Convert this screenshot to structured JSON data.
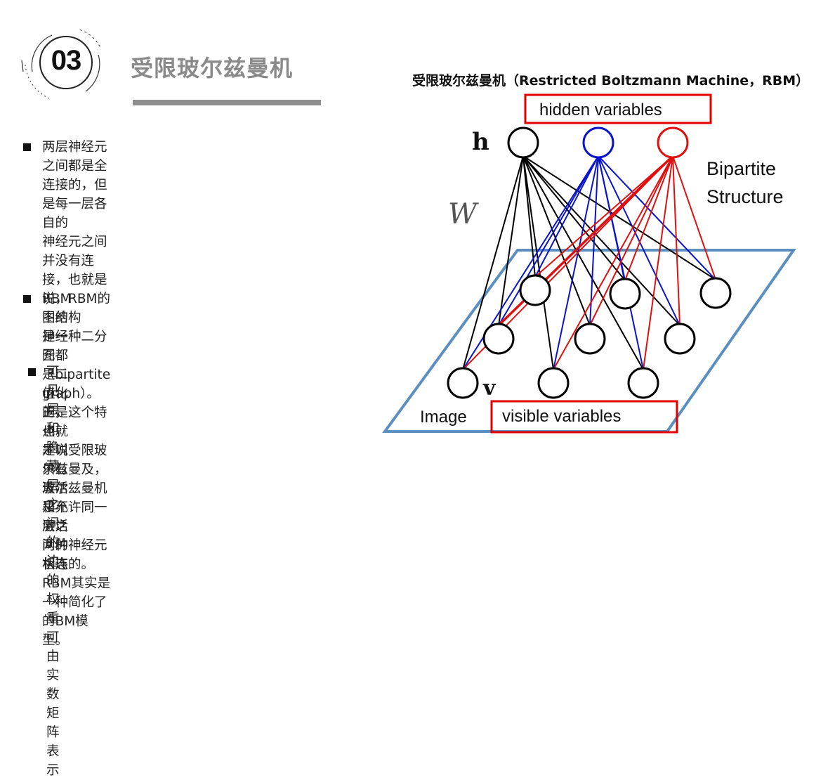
{
  "header": {
    "section_number": "03",
    "section_title": "受限玻尔兹曼机"
  },
  "bullets": [
    {
      "text": "两层神经元之间都是全连接的，但是每一层各自的\n神经元之间并没有连接，也就是说，RBM的图结构\n是一种二分图（bipartite  graph）。正是这个特点，\n才叫受限玻尔兹曼及，玻尔兹曼机是允许同一层之\n间的神经元相连的。RBM其实是一种简化了的BM模\n型。"
    },
    {
      "text": "RBM中的神经元都是二值化的，也就是说只有激活\n和不激活两种状态"
    },
    {
      "text": "可见层和隐藏层之间的边的权重可由实数矩阵表示"
    }
  ],
  "diagram": {
    "title": "受限玻尔兹曼机（Restricted Boltzmann Machine，RBM）",
    "hidden_box_label": "hidden variables",
    "visible_box_label": "visible variables",
    "h_label": "h",
    "v_label": "v",
    "w_label": "W",
    "bipartite_label_line1": "Bipartite",
    "bipartite_label_line2": "Structure",
    "image_label": "Image",
    "colors": {
      "black_edges": "#000000",
      "blue_edges": "#0a14c8",
      "red_edges": "#e01010",
      "plane": "#5b8fc0",
      "label_box": "#e00000",
      "accent_gray": "#8f8f8f"
    }
  }
}
